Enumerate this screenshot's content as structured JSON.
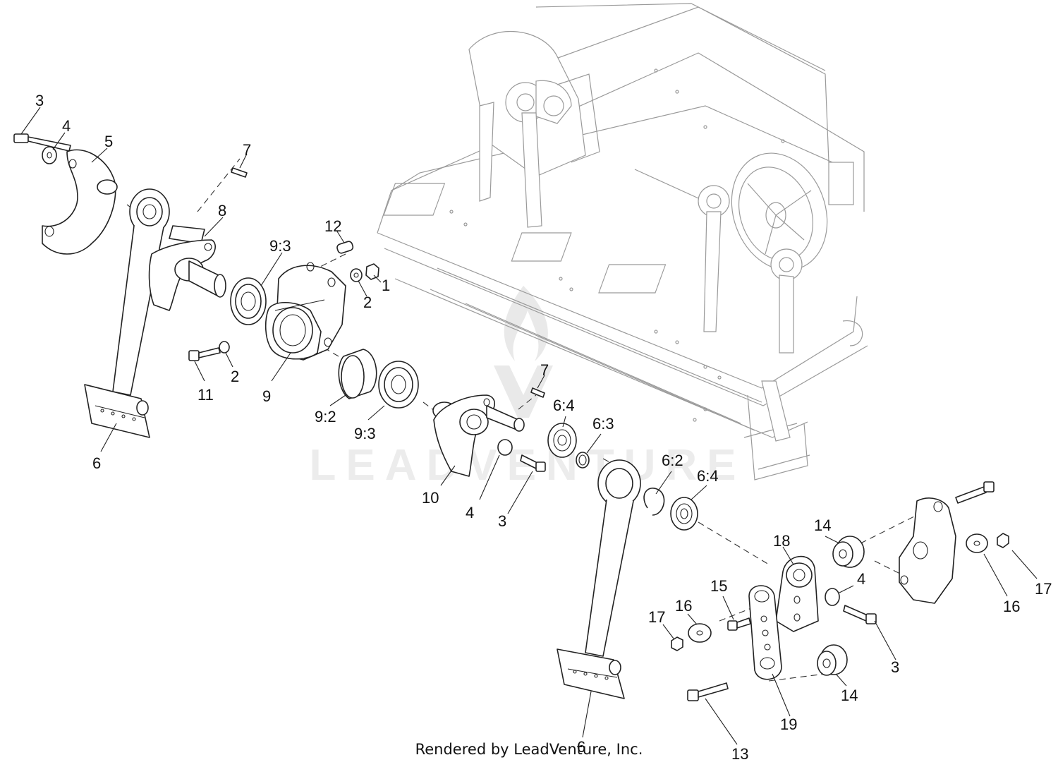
{
  "watermark": {
    "text": "LEADVENTURE",
    "color": "#ececec"
  },
  "footer": {
    "text": "Rendered by LeadVenture, Inc."
  },
  "callouts": [
    {
      "id": "c3a",
      "text": "3"
    },
    {
      "id": "c4a",
      "text": "4"
    },
    {
      "id": "c5",
      "text": "5"
    },
    {
      "id": "c7a",
      "text": "7"
    },
    {
      "id": "c8",
      "text": "8"
    },
    {
      "id": "c12",
      "text": "12"
    },
    {
      "id": "c93a",
      "text": "9:3"
    },
    {
      "id": "c1",
      "text": "1"
    },
    {
      "id": "c2a",
      "text": "2"
    },
    {
      "id": "c2b",
      "text": "2"
    },
    {
      "id": "c11",
      "text": "11"
    },
    {
      "id": "c9",
      "text": "9"
    },
    {
      "id": "c7b",
      "text": "7"
    },
    {
      "id": "c92",
      "text": "9:2"
    },
    {
      "id": "c93b",
      "text": "9:3"
    },
    {
      "id": "c6a",
      "text": "6"
    },
    {
      "id": "c64a",
      "text": "6:4"
    },
    {
      "id": "c63",
      "text": "6:3"
    },
    {
      "id": "c62",
      "text": "6:2"
    },
    {
      "id": "c64b",
      "text": "6:4"
    },
    {
      "id": "c10",
      "text": "10"
    },
    {
      "id": "c4b",
      "text": "4"
    },
    {
      "id": "c3b",
      "text": "3"
    },
    {
      "id": "c14a",
      "text": "14"
    },
    {
      "id": "c18",
      "text": "18"
    },
    {
      "id": "c4c",
      "text": "4"
    },
    {
      "id": "c15",
      "text": "15"
    },
    {
      "id": "c16a",
      "text": "16"
    },
    {
      "id": "c17a",
      "text": "17"
    },
    {
      "id": "c16b",
      "text": "16"
    },
    {
      "id": "c17b",
      "text": "17"
    },
    {
      "id": "c3c",
      "text": "3"
    },
    {
      "id": "c14b",
      "text": "14"
    },
    {
      "id": "c6b",
      "text": "6"
    },
    {
      "id": "c19",
      "text": "19"
    },
    {
      "id": "c13",
      "text": "13"
    }
  ]
}
